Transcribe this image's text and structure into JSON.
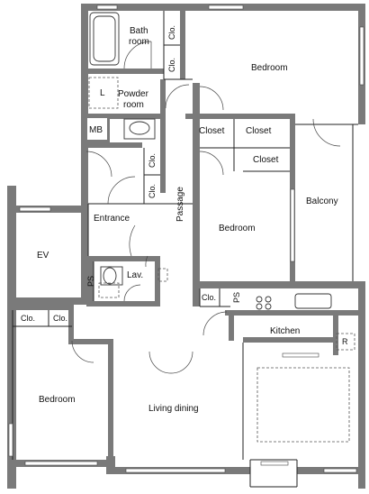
{
  "rooms": {
    "bath": "Bath",
    "bath2": "room",
    "powder": "Powder",
    "powder2": "room",
    "laundry_mark": "L",
    "mb": "MB",
    "closet_bath_top": "Clo.",
    "closet_bath_bot": "Clo.",
    "closet_entry_top": "Clo.",
    "closet_entry_bot": "Clo.",
    "bedroom_top": "Bedroom",
    "closet_a": "Closet",
    "closet_b": "Closet",
    "closet_c": "Closet",
    "balcony": "Balcony",
    "passage": "Passage",
    "entrance": "Entrance",
    "bedroom_mid": "Bedroom",
    "ev": "EV",
    "ps_left": "PS",
    "lav": "Lav.",
    "clo_left1": "Clo.",
    "clo_left2": "Clo.",
    "clo_kitchen": "Clo.",
    "ps_kitchen": "PS",
    "kitchen": "Kitchen",
    "fridge_mark": "R",
    "bedroom_bottom": "Bedroom",
    "living": "Living dining"
  }
}
